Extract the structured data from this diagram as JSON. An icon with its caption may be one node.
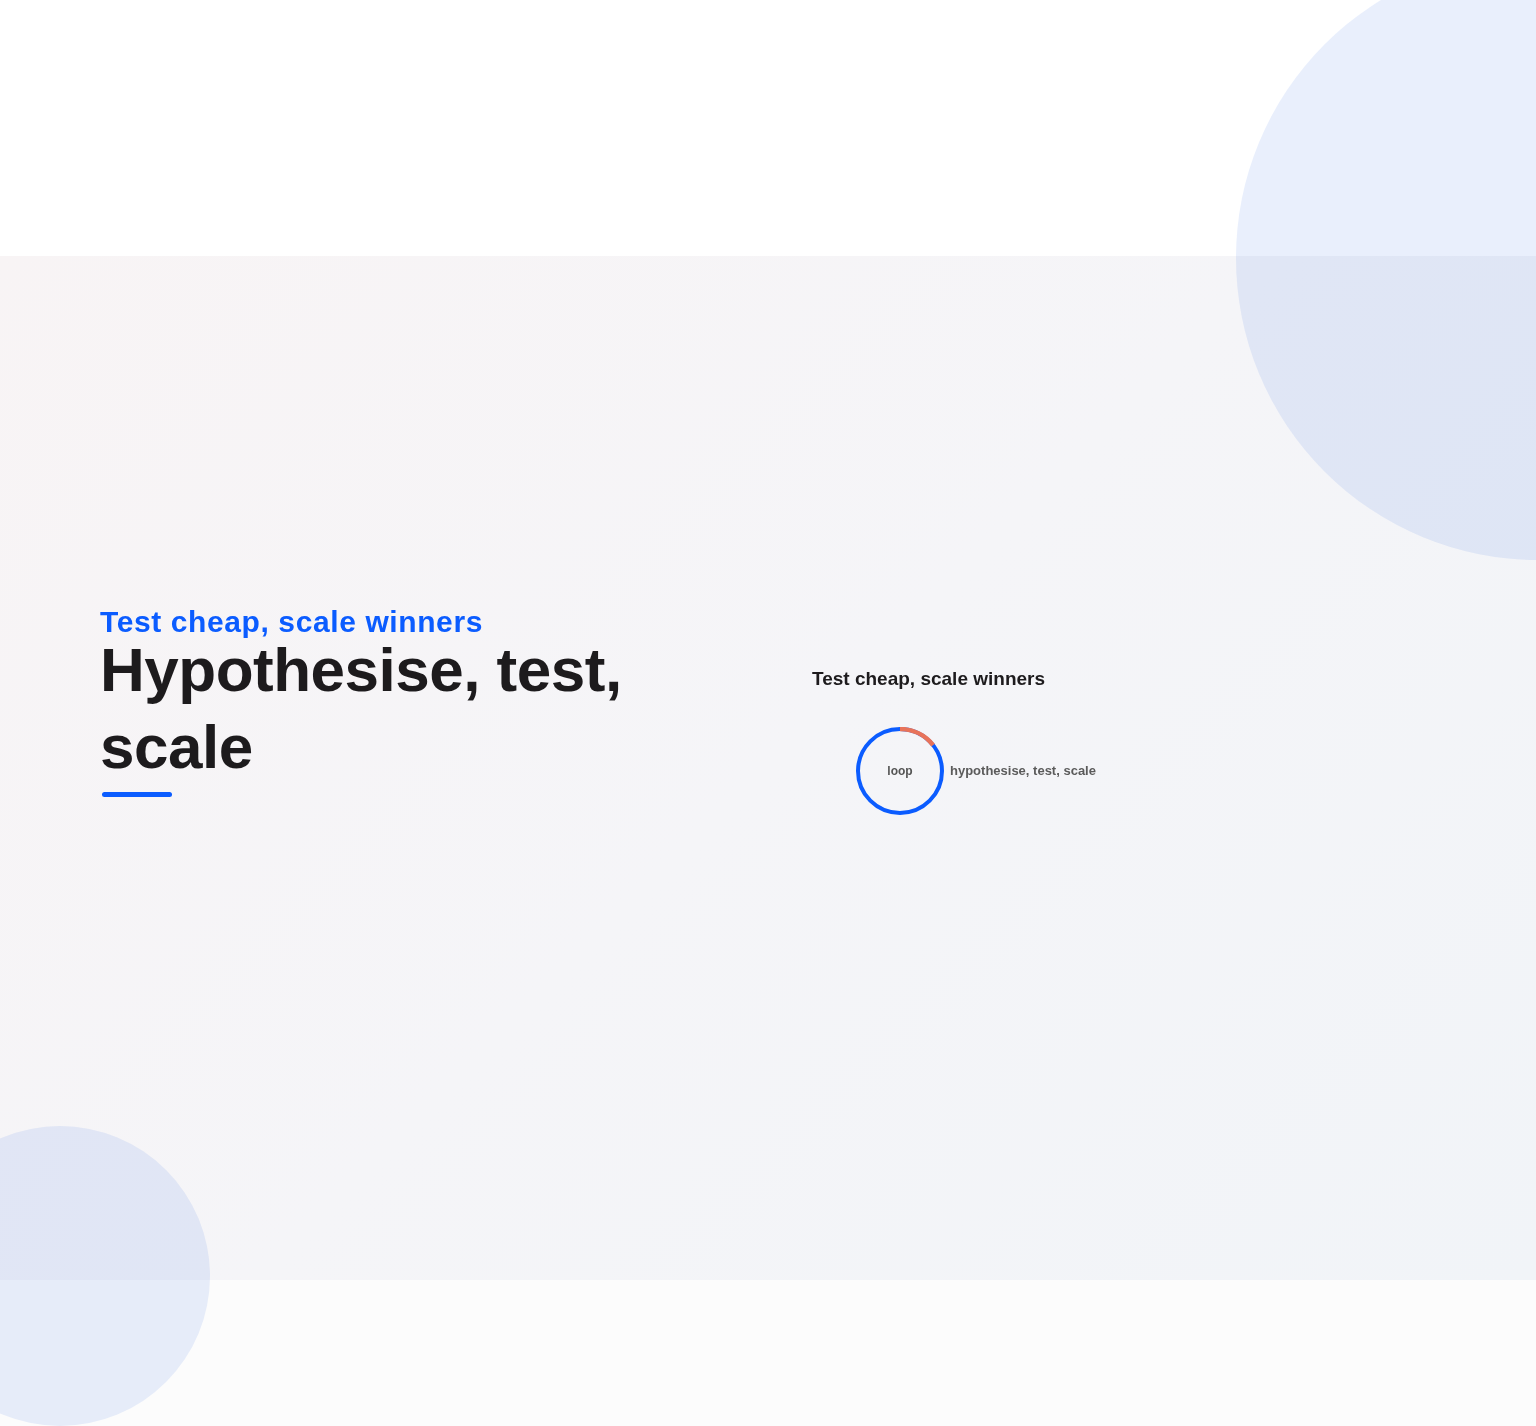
{
  "diagram": {
    "title": "Hypothesise, test, scale",
    "nodes": [
      {
        "text": [
          "loop"
        ],
        "beside": [
          "hypothesise, test, scale"
        ]
      }
    ],
    "labels": [
      "Test cheap, scale winners",
      "Test cheap, scale winners"
    ]
  }
}
